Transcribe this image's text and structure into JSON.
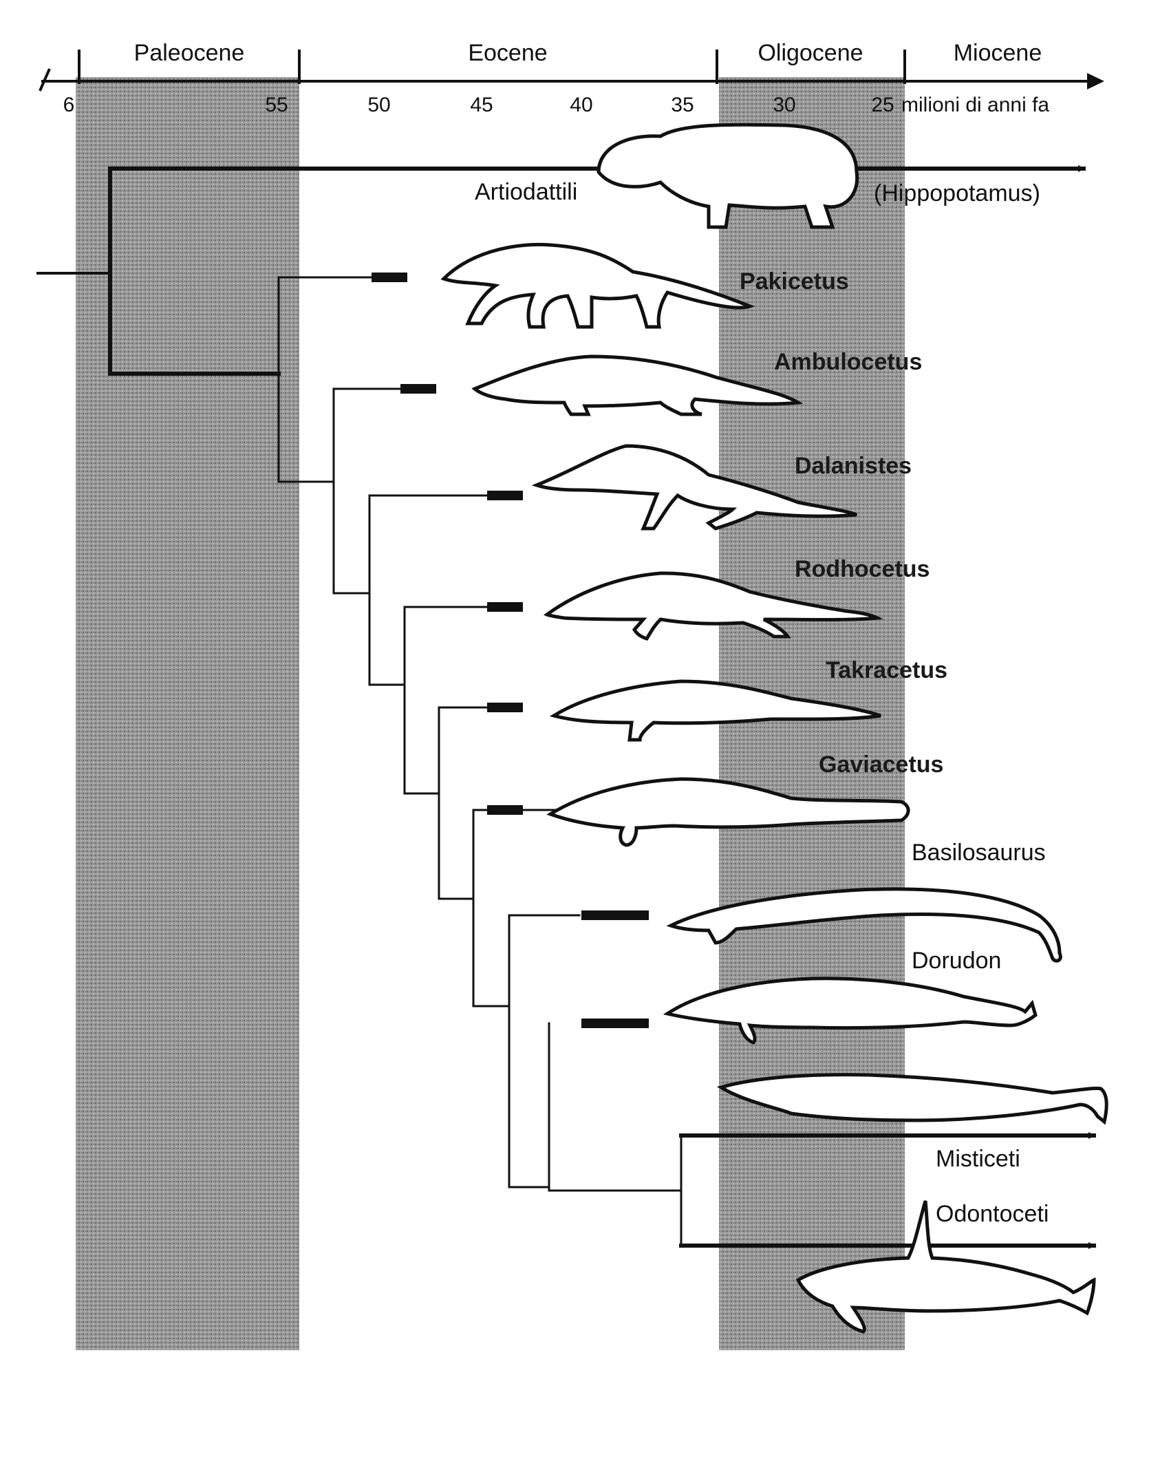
{
  "epochs": [
    "Paleocene",
    "Eocene",
    "Oligocene",
    "Miocene"
  ],
  "ticks": [
    "6",
    "55",
    "50",
    "45",
    "40",
    "35",
    "30",
    "25"
  ],
  "axis_unit": "milioni di anni fa",
  "taxa": {
    "artiodactyls": "Artiodattili",
    "hippo": "(Hippopotamus)",
    "t1": "Pakicetus",
    "t2": "Ambulocetus",
    "t3": "Dalanistes",
    "t4": "Rodhocetus",
    "t5": "Takracetus",
    "t6": "Gaviacetus",
    "basilosaurus": "Basilosaurus",
    "dorudon": "Dorudon",
    "mysticetes": "Misticeti",
    "odontocetes": "Odontoceti"
  },
  "colors": {
    "shade": "#8f8f8f",
    "line": "#111111",
    "animal": "#ffffff"
  }
}
